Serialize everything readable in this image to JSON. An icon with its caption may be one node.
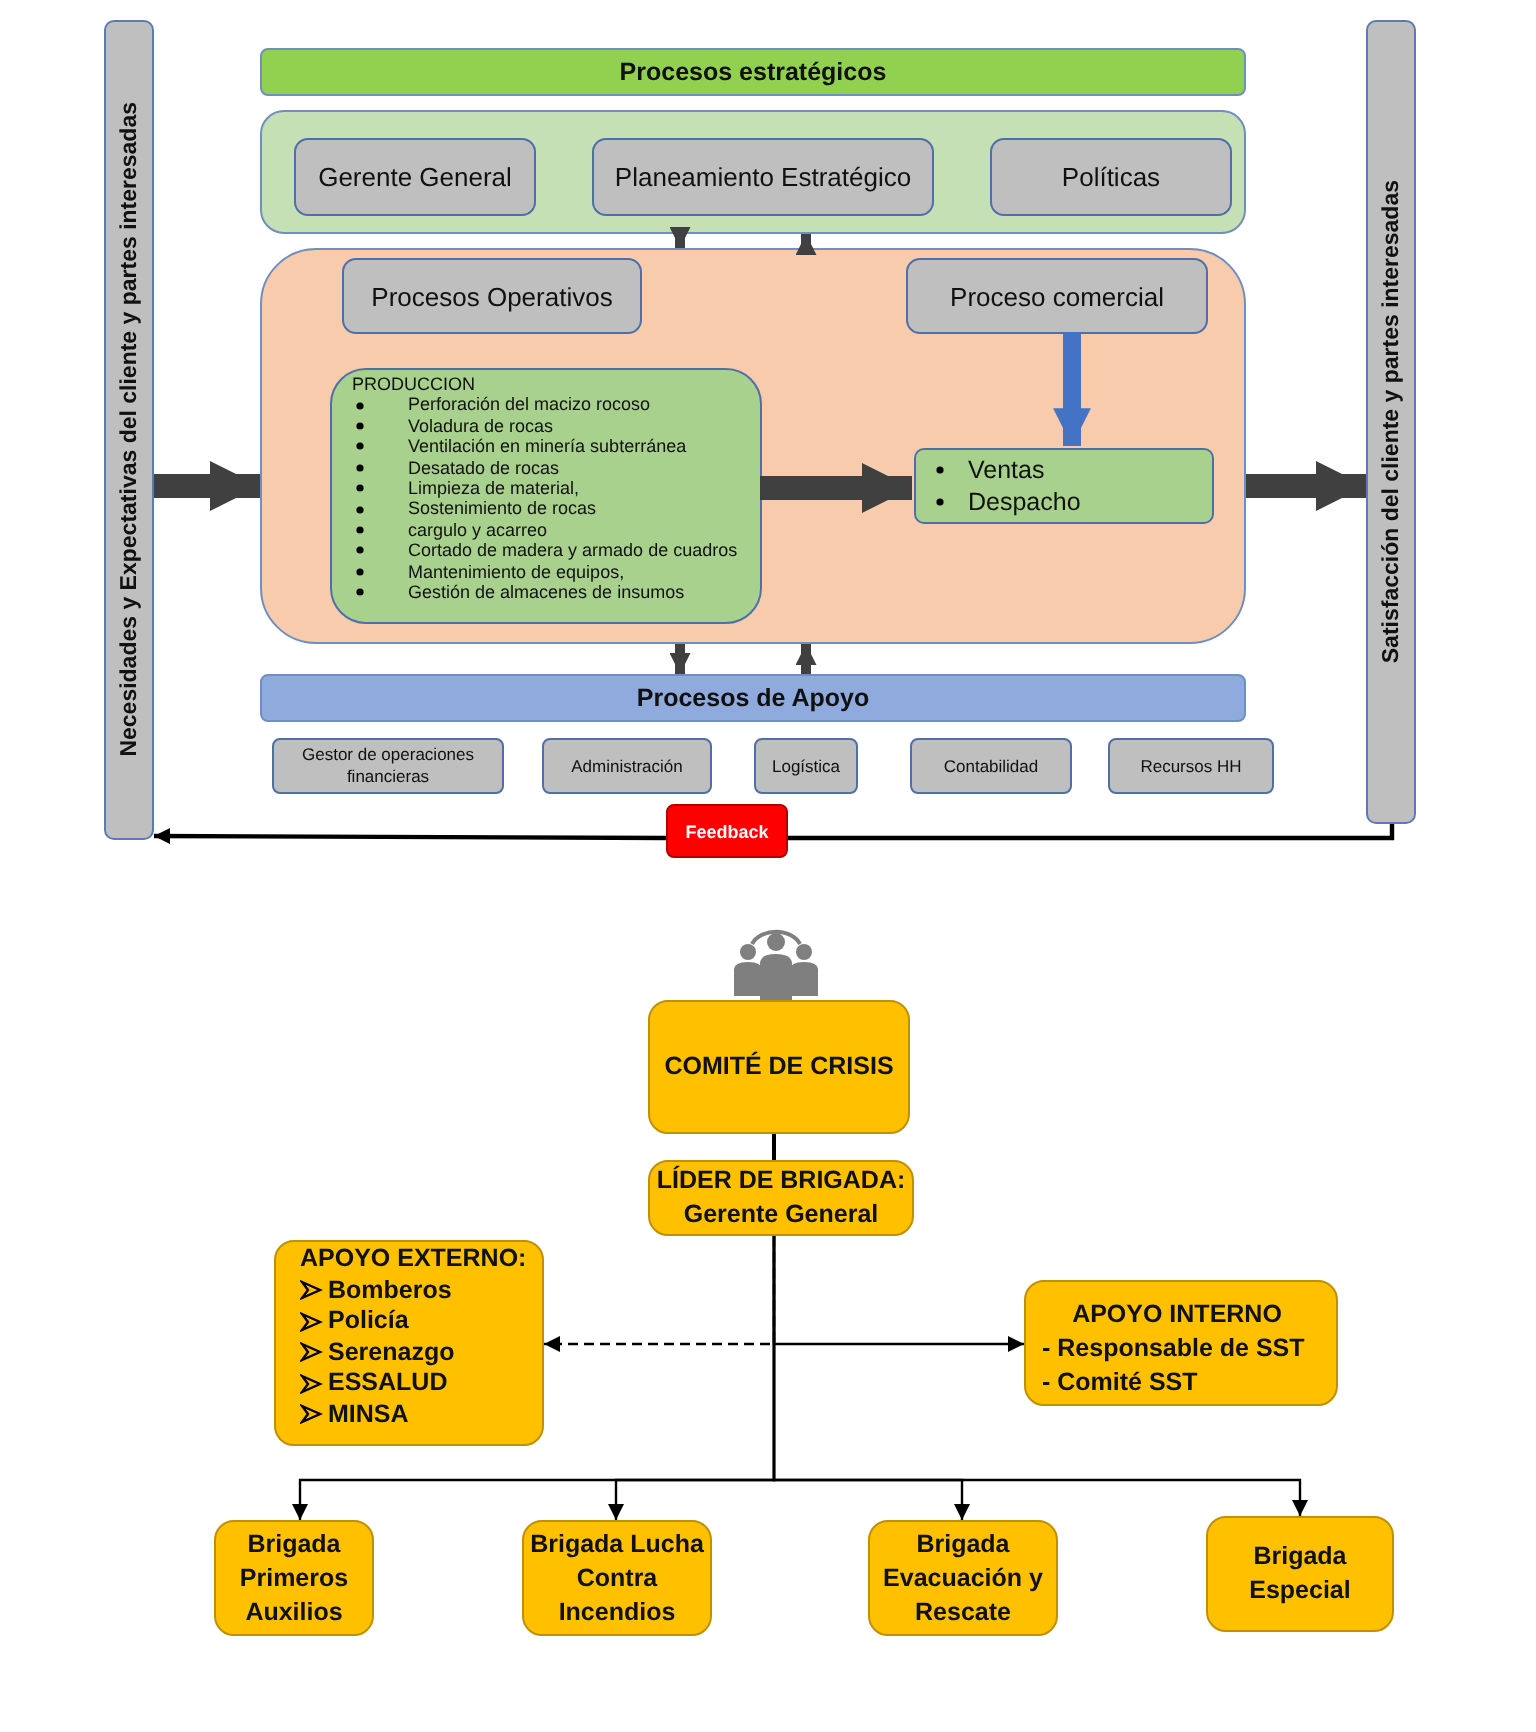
{
  "diagram": {
    "nodes": [
      {
        "text": [
          "Necesidades y Expectativas del cliente y partes interesadas"
        ]
      },
      {
        "text": [
          "Procesos estratégicos"
        ]
      },
      {
        "text": [],
        "shape": "box"
      },
      {
        "text": [
          "Gerente General"
        ],
        "in": 2
      },
      {
        "text": [
          "Planeamiento Estratégico"
        ],
        "in": 2
      },
      {
        "text": [
          "Políticas"
        ],
        "in": 2
      },
      {
        "text": [],
        "shape": "box"
      },
      {
        "text": [
          "Procesos Operativos"
        ],
        "in": 6
      },
      {
        "text": [
          "Proceso comercial"
        ],
        "in": 6
      },
      {
        "text": [
          "PRODUCCION",
          "Perforación del macizo rocoso",
          "Voladura de rocas",
          "Ventilación en minería subterránea",
          "Desatado de rocas",
          "Limpieza de material,",
          "Sostenimiento de rocas",
          "cargulo y acarreo",
          "Cortado de madera y armado de cuadros",
          "Mantenimiento de equipos,",
          "Gestión de almacenes de insumos"
        ],
        "in": 6
      },
      {
        "text": [
          "Ventas",
          "Despacho"
        ],
        "in": 6
      },
      {
        "text": [
          "Procesos de Apoyo"
        ]
      },
      {
        "text": [
          "Gestor de operaciones financieras"
        ]
      },
      {
        "text": [
          "Administración"
        ]
      },
      {
        "text": [
          "Logística"
        ]
      },
      {
        "text": [
          "Contabilidad"
        ]
      },
      {
        "text": [
          "Recursos HH"
        ]
      },
      {
        "text": [
          "Satisfacción del cliente y partes interesadas"
        ]
      },
      {
        "text": [
          "Feedback"
        ]
      },
      {
        "text": [
          "COMITÉ DE CRISIS"
        ]
      },
      {
        "text": [
          "LÍDER DE BRIGADA:",
          "Gerente General"
        ]
      },
      {
        "text": [
          "APOYO EXTERNO:",
          "Bomberos",
          "Policía",
          "Serenazgo",
          "ESSALUD",
          "MINSA"
        ]
      },
      {
        "text": [
          "APOYO INTERNO",
          "- Responsable de SST",
          "- Comité SST"
        ]
      },
      {
        "text": [
          "Brigada Primeros Auxilios"
        ]
      },
      {
        "text": [
          "Brigada Lucha Contra Incendios"
        ]
      },
      {
        "text": [
          "Brigada Evacuación y Rescate"
        ]
      },
      {
        "text": [
          "Brigada Especial"
        ]
      }
    ],
    "edges": [
      {
        "from": 0,
        "to": 6,
        "arrow": "to",
        "style": "thick"
      },
      {
        "from": 2,
        "to": 6,
        "arrow": "to",
        "style": "thick"
      },
      {
        "from": 6,
        "to": 2,
        "arrow": "to",
        "style": "thick"
      },
      {
        "from": 6,
        "to": 11,
        "arrow": "to",
        "style": "thick"
      },
      {
        "from": 11,
        "to": 6,
        "arrow": "to",
        "style": "thick"
      },
      {
        "from": 9,
        "to": 10,
        "arrow": "to",
        "style": "thick"
      },
      {
        "from": 8,
        "to": 10,
        "arrow": "to",
        "style": "thick",
        "color": "#4472c4"
      },
      {
        "from": 6,
        "to": 17,
        "arrow": "to",
        "style": "thick"
      },
      {
        "from": 17,
        "to": 18,
        "arrow": "none"
      },
      {
        "from": 18,
        "to": 0,
        "arrow": "to"
      },
      {
        "from": 19,
        "to": 20,
        "arrow": "none"
      },
      {
        "from": 20,
        "to": 21,
        "arrow": "to",
        "style": "dashed"
      },
      {
        "from": 20,
        "to": 22,
        "arrow": "to"
      },
      {
        "from": 20,
        "to": 23,
        "arrow": "to"
      },
      {
        "from": 20,
        "to": 24,
        "arrow": "to"
      },
      {
        "from": 20,
        "to": 25,
        "arrow": "to"
      },
      {
        "from": 20,
        "to": 26,
        "arrow": "to"
      }
    ]
  }
}
